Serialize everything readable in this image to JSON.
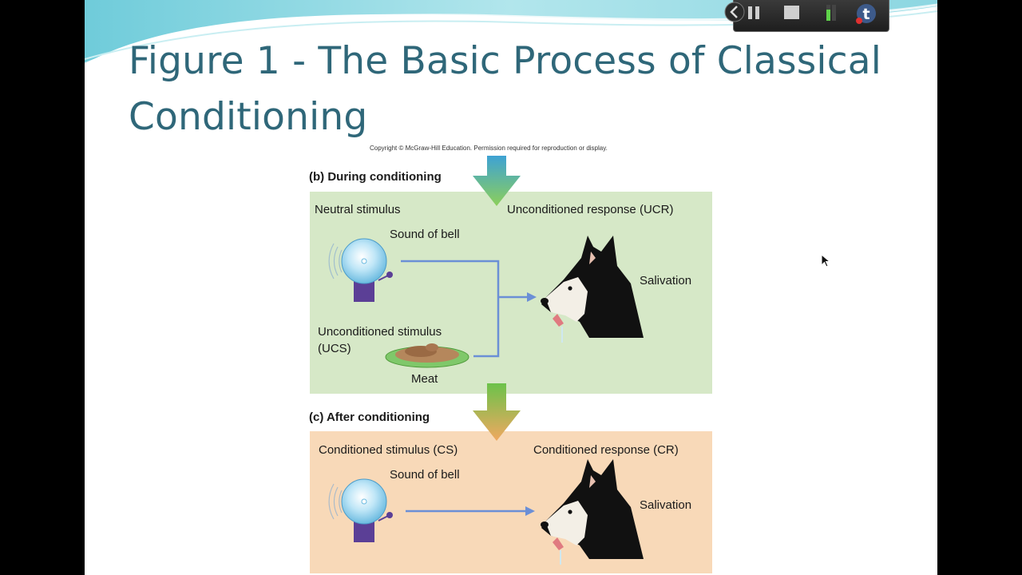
{
  "slide": {
    "title": "Figure 1 - The Basic Process of Classical Conditioning",
    "copyright": "Copyright © McGraw-Hill Education. Permission required for reproduction or display."
  },
  "panel_b": {
    "heading": "(b) During conditioning",
    "neutral_stimulus": "Neutral stimulus",
    "sound_of_bell": "Sound of bell",
    "ucr": "Unconditioned response (UCR)",
    "salivation": "Salivation",
    "ucs_line1": "Unconditioned stimulus",
    "ucs_line2": "(UCS)",
    "meat": "Meat",
    "color": "#d6e8c7"
  },
  "panel_c": {
    "heading": "(c) After conditioning",
    "cs": "Conditioned stimulus (CS)",
    "cr": "Conditioned response (CR)",
    "sound_of_bell": "Sound of bell",
    "salivation": "Salivation",
    "color": "#f8d9b8"
  },
  "toolbar": {
    "icons": [
      "chevron-left-icon",
      "pause-icon",
      "stop-icon",
      "audio-level-icon",
      "tumblr-icon"
    ]
  }
}
